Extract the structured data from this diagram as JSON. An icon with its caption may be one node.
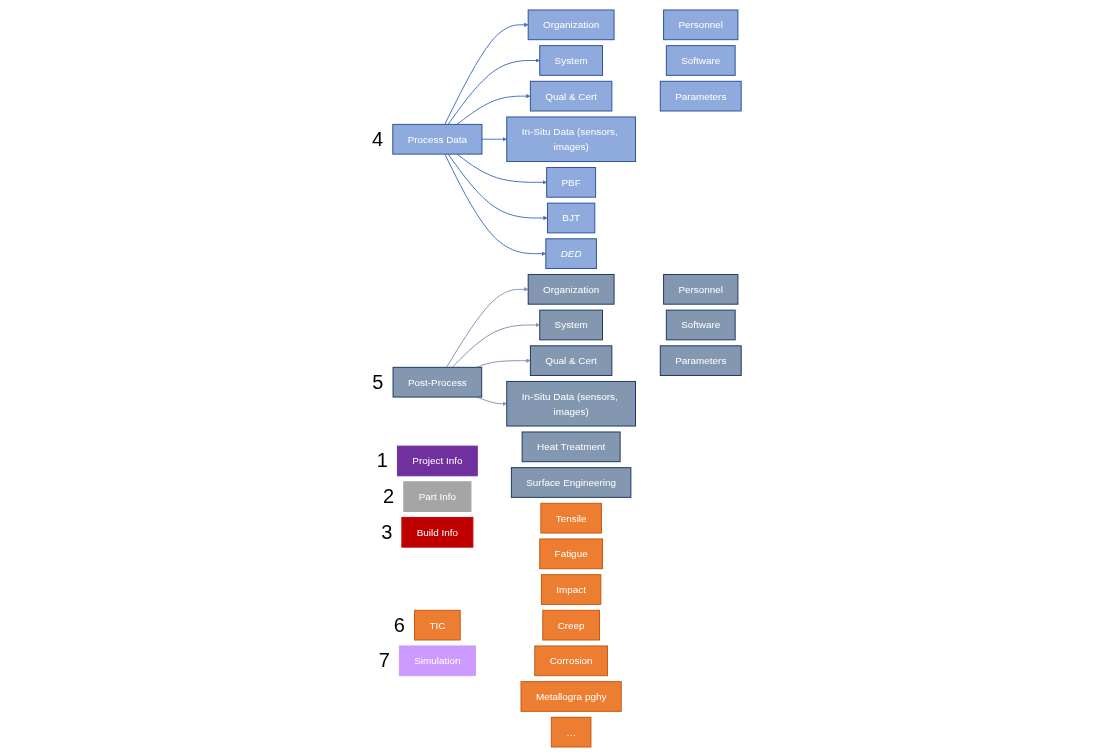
{
  "diagram": {
    "nodes": [
      {
        "text": [
          "Project Info"
        ],
        "beside": [
          "1"
        ]
      },
      {
        "text": [
          "Part Info"
        ],
        "beside": [
          "2"
        ]
      },
      {
        "text": [
          "Build Info"
        ],
        "beside": [
          "3"
        ]
      },
      {
        "text": [
          "Process Data"
        ],
        "beside": [
          "4"
        ]
      },
      {
        "text": [
          "Organization"
        ]
      },
      {
        "text": [
          "Personnel"
        ]
      },
      {
        "text": [
          "System"
        ]
      },
      {
        "text": [
          "Software"
        ]
      },
      {
        "text": [
          "Qual & Cert"
        ]
      },
      {
        "text": [
          "Parameters"
        ]
      },
      {
        "text": [
          "In-Situ Data (sensors, images)"
        ]
      },
      {
        "text": [
          "PBF"
        ]
      },
      {
        "text": [
          "BJT"
        ]
      },
      {
        "text": [
          "DED"
        ]
      },
      {
        "text": [
          "Post-Process"
        ],
        "beside": [
          "5"
        ]
      },
      {
        "text": [
          "Organization"
        ]
      },
      {
        "text": [
          "Personnel"
        ]
      },
      {
        "text": [
          "System"
        ]
      },
      {
        "text": [
          "Software"
        ]
      },
      {
        "text": [
          "Qual & Cert"
        ]
      },
      {
        "text": [
          "Parameters"
        ]
      },
      {
        "text": [
          "In-Situ Data (sensors, images)"
        ]
      },
      {
        "text": [
          "Heat Treatment"
        ]
      },
      {
        "text": [
          "Surface Engineering"
        ]
      },
      {
        "text": [
          "TIC"
        ],
        "beside": [
          "6"
        ]
      },
      {
        "text": [
          "Tensile"
        ]
      },
      {
        "text": [
          "Fatigue"
        ]
      },
      {
        "text": [
          "Impact"
        ]
      },
      {
        "text": [
          "Creep"
        ]
      },
      {
        "text": [
          "Corrosion"
        ]
      },
      {
        "text": [
          "Metallogra pghy"
        ]
      },
      {
        "text": [
          "…"
        ]
      },
      {
        "text": [
          "Simulation"
        ],
        "beside": [
          "7"
        ]
      }
    ],
    "edges": [
      {
        "from": 3,
        "to": 4,
        "arrow": "to"
      },
      {
        "from": 3,
        "to": 6,
        "arrow": "to"
      },
      {
        "from": 3,
        "to": 8,
        "arrow": "to"
      },
      {
        "from": 3,
        "to": 10,
        "arrow": "to"
      },
      {
        "from": 3,
        "to": 11,
        "arrow": "to"
      },
      {
        "from": 3,
        "to": 12,
        "arrow": "to"
      },
      {
        "from": 3,
        "to": 13,
        "arrow": "to"
      },
      {
        "from": 14,
        "to": 15,
        "arrow": "to",
        "color": "#8497b0"
      },
      {
        "from": 14,
        "to": 17,
        "arrow": "to",
        "color": "#8497b0"
      },
      {
        "from": 14,
        "to": 19,
        "arrow": "to",
        "color": "#8497b0"
      },
      {
        "from": 14,
        "to": 21,
        "arrow": "to",
        "color": "#8497b0"
      }
    ]
  }
}
